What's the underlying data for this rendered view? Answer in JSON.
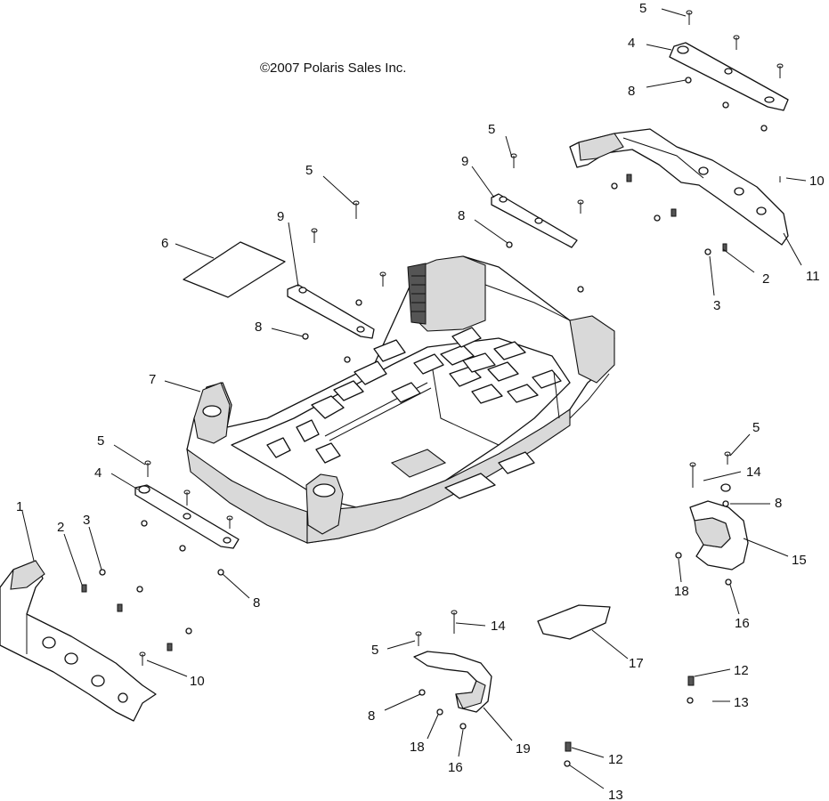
{
  "copyright": "©2007 Polaris Sales Inc.",
  "callouts": {
    "c1": "1",
    "c2a": "2",
    "c2b": "2",
    "c3a": "3",
    "c3b": "3",
    "c4a": "4",
    "c4b": "4",
    "c5a": "5",
    "c5b": "5",
    "c5c": "5",
    "c5d": "5",
    "c5e": "5",
    "c5f": "5",
    "c6": "6",
    "c7": "7",
    "c8a": "8",
    "c8b": "8",
    "c8c": "8",
    "c8d": "8",
    "c8e": "8",
    "c8f": "8",
    "c9a": "9",
    "c9b": "9",
    "c10a": "10",
    "c10b": "10",
    "c11": "11",
    "c12a": "12",
    "c12b": "12",
    "c13a": "13",
    "c13b": "13",
    "c14a": "14",
    "c14b": "14",
    "c15": "15",
    "c16a": "16",
    "c16b": "16",
    "c17": "17",
    "c18a": "18",
    "c18b": "18",
    "c19": "19"
  }
}
